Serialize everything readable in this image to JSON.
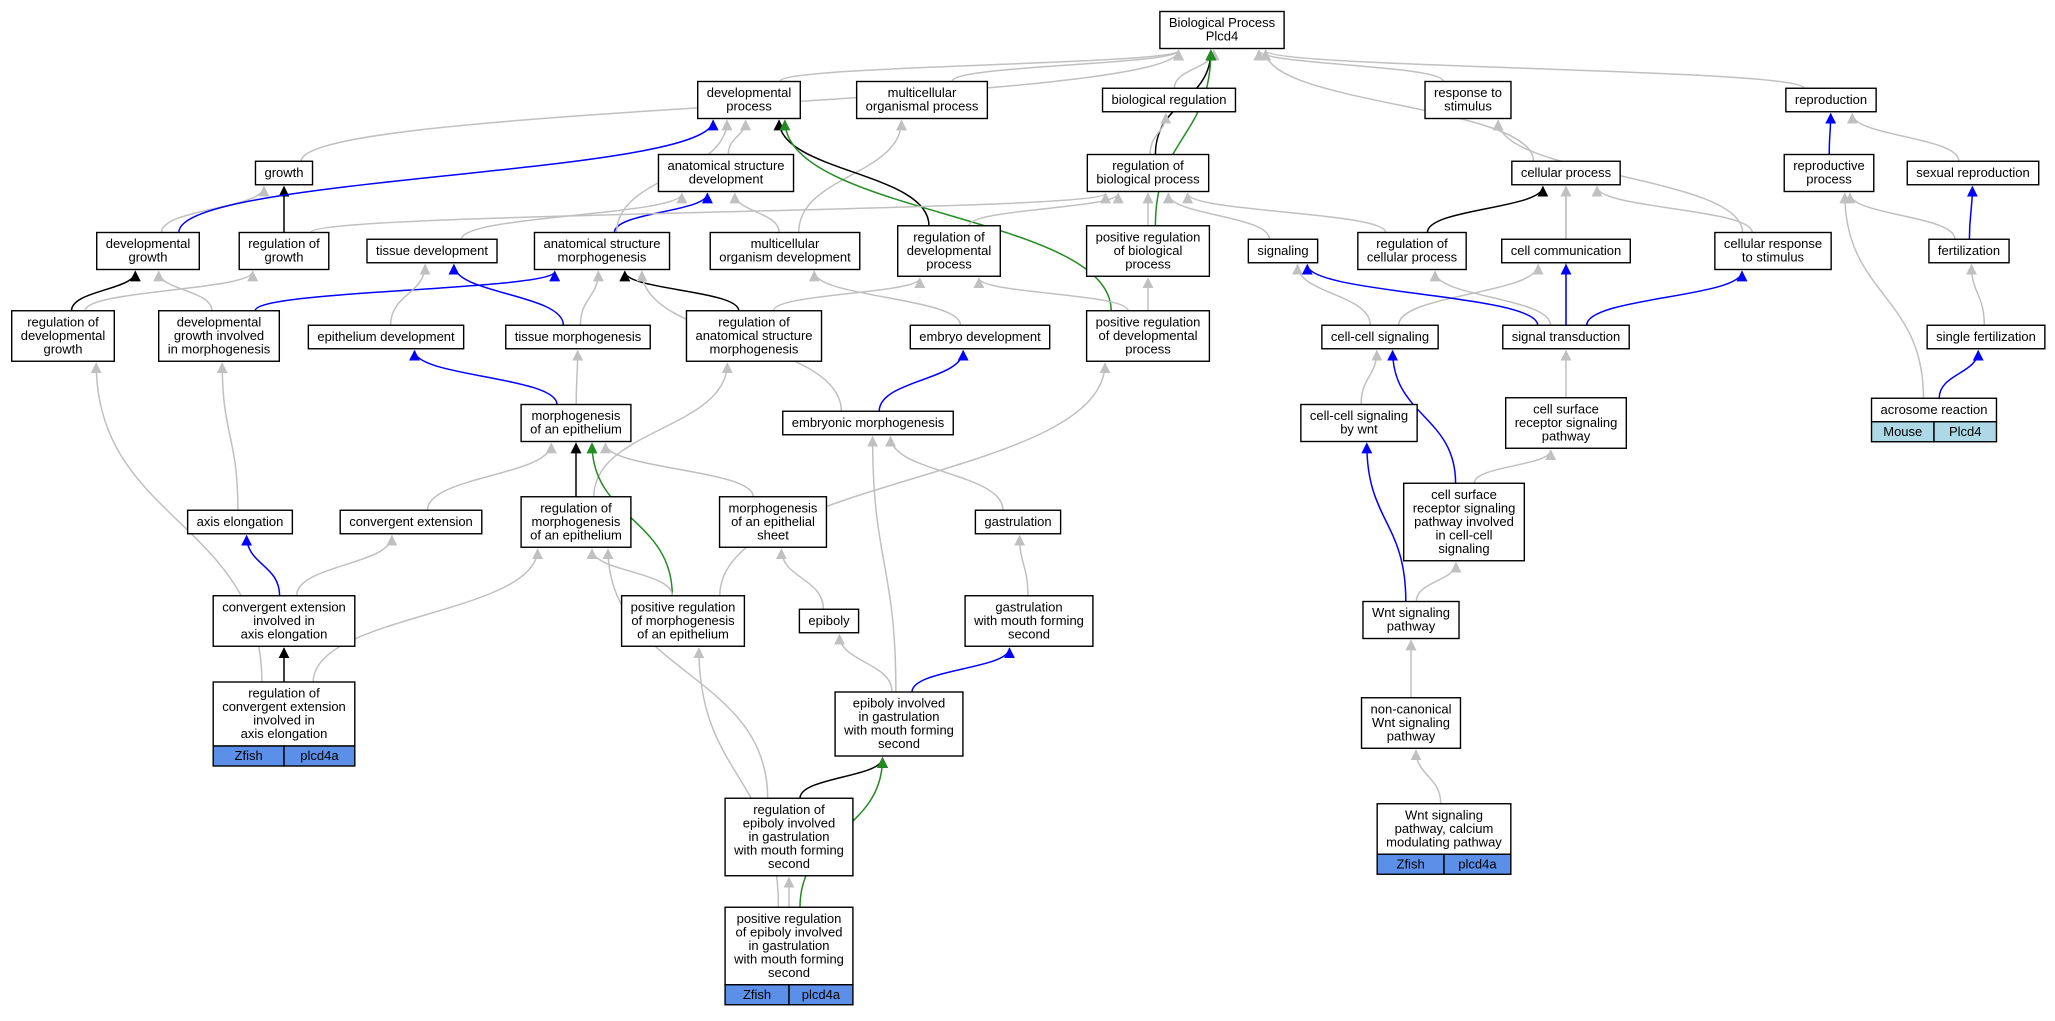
{
  "colors": {
    "is_a": "#c0c0c0",
    "part_of": "#0000ff",
    "regulates": "#000000",
    "positively_regulates": "#228b22",
    "zfish_tag": "#5b8fe8",
    "mouse_tag": "#add8e6"
  },
  "nodes": [
    {
      "id": "bp",
      "lines": [
        "Biological Process",
        "Plcd4"
      ]
    },
    {
      "id": "dev",
      "lines": [
        "developmental",
        "process"
      ]
    },
    {
      "id": "mop",
      "lines": [
        "multicellular",
        "organismal process"
      ]
    },
    {
      "id": "breg",
      "lines": [
        "biological regulation"
      ]
    },
    {
      "id": "rts",
      "lines": [
        "response to",
        "stimulus"
      ]
    },
    {
      "id": "repro",
      "lines": [
        "reproduction"
      ]
    },
    {
      "id": "growth",
      "lines": [
        "growth"
      ]
    },
    {
      "id": "asd",
      "lines": [
        "anatomical structure",
        "development"
      ]
    },
    {
      "id": "rbp",
      "lines": [
        "regulation of",
        "biological process"
      ]
    },
    {
      "id": "cp",
      "lines": [
        "cellular process"
      ]
    },
    {
      "id": "rp",
      "lines": [
        "reproductive",
        "process"
      ]
    },
    {
      "id": "sr",
      "lines": [
        "sexual reproduction"
      ]
    },
    {
      "id": "dg",
      "lines": [
        "developmental",
        "growth"
      ]
    },
    {
      "id": "rog",
      "lines": [
        "regulation of",
        "growth"
      ]
    },
    {
      "id": "td",
      "lines": [
        "tissue development"
      ]
    },
    {
      "id": "asm",
      "lines": [
        "anatomical structure",
        "morphogenesis"
      ]
    },
    {
      "id": "mod",
      "lines": [
        "multicellular",
        "organism development"
      ]
    },
    {
      "id": "rdp",
      "lines": [
        "regulation of",
        "developmental",
        "process"
      ]
    },
    {
      "id": "prbp",
      "lines": [
        "positive regulation",
        "of biological",
        "process"
      ]
    },
    {
      "id": "sig",
      "lines": [
        "signaling"
      ]
    },
    {
      "id": "rcp",
      "lines": [
        "regulation of",
        "cellular process"
      ]
    },
    {
      "id": "cc",
      "lines": [
        "cell communication"
      ]
    },
    {
      "id": "crs",
      "lines": [
        "cellular response",
        "to stimulus"
      ]
    },
    {
      "id": "fert",
      "lines": [
        "fertilization"
      ]
    },
    {
      "id": "rdg",
      "lines": [
        "regulation of",
        "developmental",
        "growth"
      ]
    },
    {
      "id": "dgim",
      "lines": [
        "developmental",
        "growth involved",
        "in morphogenesis"
      ]
    },
    {
      "id": "ed",
      "lines": [
        "epithelium development"
      ]
    },
    {
      "id": "tm",
      "lines": [
        "tissue morphogenesis"
      ]
    },
    {
      "id": "rasm",
      "lines": [
        "regulation of",
        "anatomical structure",
        "morphogenesis"
      ]
    },
    {
      "id": "embd",
      "lines": [
        "embryo development"
      ]
    },
    {
      "id": "prdp",
      "lines": [
        "positive regulation",
        "of developmental",
        "process"
      ]
    },
    {
      "id": "ccs",
      "lines": [
        "cell-cell signaling"
      ]
    },
    {
      "id": "st",
      "lines": [
        "signal transduction"
      ]
    },
    {
      "id": "sf",
      "lines": [
        "single fertilization"
      ]
    },
    {
      "id": "moe",
      "lines": [
        "morphogenesis",
        "of an epithelium"
      ]
    },
    {
      "id": "emm",
      "lines": [
        "embryonic morphogenesis"
      ]
    },
    {
      "id": "ccsw",
      "lines": [
        "cell-cell signaling",
        "by wnt"
      ]
    },
    {
      "id": "csrsp",
      "lines": [
        "cell surface",
        "receptor signaling",
        "pathway"
      ]
    },
    {
      "id": "acr",
      "lines": [
        "acrosome reaction"
      ],
      "tag": [
        "Mouse",
        "Plcd4"
      ],
      "tag_color": "mouse_tag"
    },
    {
      "id": "ae",
      "lines": [
        "axis elongation"
      ]
    },
    {
      "id": "ce",
      "lines": [
        "convergent extension"
      ]
    },
    {
      "id": "rmoe",
      "lines": [
        "regulation of",
        "morphogenesis",
        "of an epithelium"
      ]
    },
    {
      "id": "moes",
      "lines": [
        "morphogenesis",
        "of an epithelial",
        "sheet"
      ]
    },
    {
      "id": "gast",
      "lines": [
        "gastrulation"
      ]
    },
    {
      "id": "csrspi",
      "lines": [
        "cell surface",
        "receptor signaling",
        "pathway involved",
        "in cell-cell",
        "signaling"
      ]
    },
    {
      "id": "ceiae",
      "lines": [
        "convergent extension",
        "involved in",
        "axis elongation"
      ]
    },
    {
      "id": "prmoe",
      "lines": [
        "positive regulation",
        "of morphogenesis",
        "of an epithelium"
      ]
    },
    {
      "id": "epib",
      "lines": [
        "epiboly"
      ]
    },
    {
      "id": "gmfs",
      "lines": [
        "gastrulation",
        "with mouth forming",
        "second"
      ]
    },
    {
      "id": "wnt",
      "lines": [
        "Wnt signaling",
        "pathway"
      ]
    },
    {
      "id": "rceiae",
      "lines": [
        "regulation of",
        "convergent extension",
        "involved in",
        "axis elongation"
      ],
      "tag": [
        "Zfish",
        "plcd4a"
      ],
      "tag_color": "zfish_tag"
    },
    {
      "id": "eigm",
      "lines": [
        "epiboly involved",
        "in gastrulation",
        "with mouth forming",
        "second"
      ]
    },
    {
      "id": "ncwnt",
      "lines": [
        "non-canonical",
        "Wnt signaling",
        "pathway"
      ]
    },
    {
      "id": "reigm",
      "lines": [
        "regulation of",
        "epiboly involved",
        "in gastrulation",
        "with mouth forming",
        "second"
      ]
    },
    {
      "id": "wntca",
      "lines": [
        "Wnt signaling",
        "pathway, calcium",
        "modulating pathway"
      ],
      "tag": [
        "Zfish",
        "plcd4a"
      ],
      "tag_color": "zfish_tag"
    },
    {
      "id": "preigm",
      "lines": [
        "positive regulation",
        "of epiboly involved",
        "in gastrulation",
        "with mouth forming",
        "second"
      ],
      "tag": [
        "Zfish",
        "plcd4a"
      ],
      "tag_color": "zfish_tag"
    }
  ],
  "edges": [
    {
      "from": "dev",
      "to": "bp",
      "kind": "is_a"
    },
    {
      "from": "mop",
      "to": "bp",
      "kind": "is_a"
    },
    {
      "from": "breg",
      "to": "bp",
      "kind": "is_a"
    },
    {
      "from": "rts",
      "to": "bp",
      "kind": "is_a"
    },
    {
      "from": "repro",
      "to": "bp",
      "kind": "is_a"
    },
    {
      "from": "growth",
      "to": "bp",
      "kind": "is_a"
    },
    {
      "from": "cp",
      "to": "bp",
      "kind": "is_a"
    },
    {
      "from": "rbp",
      "to": "bp",
      "kind": "regulates"
    },
    {
      "from": "prbp",
      "to": "bp",
      "kind": "positively_regulates"
    },
    {
      "from": "rbp",
      "to": "breg",
      "kind": "is_a"
    },
    {
      "from": "asd",
      "to": "dev",
      "kind": "is_a"
    },
    {
      "from": "mod",
      "to": "mop",
      "kind": "is_a"
    },
    {
      "from": "rp",
      "to": "repro",
      "kind": "part_of"
    },
    {
      "from": "sr",
      "to": "repro",
      "kind": "is_a"
    },
    {
      "from": "rog",
      "to": "growth",
      "kind": "regulates"
    },
    {
      "from": "dg",
      "to": "growth",
      "kind": "is_a"
    },
    {
      "from": "dg",
      "to": "dev",
      "kind": "part_of"
    },
    {
      "from": "asm",
      "to": "asd",
      "kind": "part_of"
    },
    {
      "from": "asm",
      "to": "dev",
      "kind": "is_a"
    },
    {
      "from": "mod",
      "to": "asd",
      "kind": "is_a"
    },
    {
      "from": "td",
      "to": "asd",
      "kind": "is_a"
    },
    {
      "from": "rdp",
      "to": "dev",
      "kind": "regulates"
    },
    {
      "from": "prdp",
      "to": "dev",
      "kind": "positively_regulates"
    },
    {
      "from": "rdp",
      "to": "rbp",
      "kind": "is_a"
    },
    {
      "from": "prbp",
      "to": "rbp",
      "kind": "is_a"
    },
    {
      "from": "sig",
      "to": "rbp",
      "kind": "is_a"
    },
    {
      "from": "rcp",
      "to": "rbp",
      "kind": "is_a"
    },
    {
      "from": "rog",
      "to": "rbp",
      "kind": "is_a"
    },
    {
      "from": "rcp",
      "to": "cp",
      "kind": "regulates"
    },
    {
      "from": "cc",
      "to": "cp",
      "kind": "is_a"
    },
    {
      "from": "crs",
      "to": "cp",
      "kind": "is_a"
    },
    {
      "from": "crs",
      "to": "rts",
      "kind": "is_a"
    },
    {
      "from": "st",
      "to": "cp",
      "kind": "is_a"
    },
    {
      "from": "sf",
      "to": "fert",
      "kind": "is_a"
    },
    {
      "from": "fert",
      "to": "rp",
      "kind": "is_a"
    },
    {
      "from": "fert",
      "to": "sr",
      "kind": "part_of"
    },
    {
      "from": "rdg",
      "to": "dg",
      "kind": "regulates"
    },
    {
      "from": "dgim",
      "to": "dg",
      "kind": "is_a"
    },
    {
      "from": "rdg",
      "to": "rog",
      "kind": "is_a"
    },
    {
      "from": "dgim",
      "to": "asm",
      "kind": "part_of"
    },
    {
      "from": "ed",
      "to": "td",
      "kind": "is_a"
    },
    {
      "from": "tm",
      "to": "td",
      "kind": "part_of"
    },
    {
      "from": "tm",
      "to": "asm",
      "kind": "is_a"
    },
    {
      "from": "rasm",
      "to": "asm",
      "kind": "regulates"
    },
    {
      "from": "rasm",
      "to": "rdp",
      "kind": "is_a"
    },
    {
      "from": "embd",
      "to": "mod",
      "kind": "is_a"
    },
    {
      "from": "prdp",
      "to": "rdp",
      "kind": "is_a"
    },
    {
      "from": "prdp",
      "to": "prbp",
      "kind": "is_a"
    },
    {
      "from": "ccs",
      "to": "sig",
      "kind": "is_a"
    },
    {
      "from": "ccs",
      "to": "cc",
      "kind": "is_a"
    },
    {
      "from": "st",
      "to": "sig",
      "kind": "part_of"
    },
    {
      "from": "st",
      "to": "cc",
      "kind": "part_of"
    },
    {
      "from": "st",
      "to": "crs",
      "kind": "part_of"
    },
    {
      "from": "st",
      "to": "rcp",
      "kind": "is_a"
    },
    {
      "from": "moe",
      "to": "ed",
      "kind": "part_of"
    },
    {
      "from": "moe",
      "to": "tm",
      "kind": "is_a"
    },
    {
      "from": "emm",
      "to": "embd",
      "kind": "part_of"
    },
    {
      "from": "emm",
      "to": "asm",
      "kind": "is_a"
    },
    {
      "from": "ccsw",
      "to": "ccs",
      "kind": "is_a"
    },
    {
      "from": "csrsp",
      "to": "st",
      "kind": "is_a"
    },
    {
      "from": "acr",
      "to": "sf",
      "kind": "part_of"
    },
    {
      "from": "acr",
      "to": "rp",
      "kind": "is_a"
    },
    {
      "from": "ae",
      "to": "dgim",
      "kind": "is_a"
    },
    {
      "from": "ce",
      "to": "moe",
      "kind": "is_a"
    },
    {
      "from": "rmoe",
      "to": "moe",
      "kind": "regulates"
    },
    {
      "from": "rmoe",
      "to": "rasm",
      "kind": "is_a"
    },
    {
      "from": "moes",
      "to": "moe",
      "kind": "is_a"
    },
    {
      "from": "gast",
      "to": "emm",
      "kind": "is_a"
    },
    {
      "from": "csrspi",
      "to": "ccs",
      "kind": "part_of"
    },
    {
      "from": "csrspi",
      "to": "csrsp",
      "kind": "is_a"
    },
    {
      "from": "ceiae",
      "to": "ae",
      "kind": "part_of"
    },
    {
      "from": "ceiae",
      "to": "ce",
      "kind": "is_a"
    },
    {
      "from": "prmoe",
      "to": "moe",
      "kind": "positively_regulates"
    },
    {
      "from": "prmoe",
      "to": "rmoe",
      "kind": "is_a"
    },
    {
      "from": "prmoe",
      "to": "prdp",
      "kind": "is_a"
    },
    {
      "from": "epib",
      "to": "moes",
      "kind": "is_a"
    },
    {
      "from": "gmfs",
      "to": "gast",
      "kind": "is_a"
    },
    {
      "from": "wnt",
      "to": "ccsw",
      "kind": "part_of"
    },
    {
      "from": "wnt",
      "to": "csrspi",
      "kind": "is_a"
    },
    {
      "from": "rceiae",
      "to": "ceiae",
      "kind": "regulates"
    },
    {
      "from": "rceiae",
      "to": "rdg",
      "kind": "is_a"
    },
    {
      "from": "rceiae",
      "to": "rmoe",
      "kind": "is_a"
    },
    {
      "from": "eigm",
      "to": "gmfs",
      "kind": "part_of"
    },
    {
      "from": "eigm",
      "to": "epib",
      "kind": "is_a"
    },
    {
      "from": "eigm",
      "to": "emm",
      "kind": "is_a"
    },
    {
      "from": "ncwnt",
      "to": "wnt",
      "kind": "is_a"
    },
    {
      "from": "reigm",
      "to": "eigm",
      "kind": "regulates"
    },
    {
      "from": "reigm",
      "to": "rmoe",
      "kind": "is_a"
    },
    {
      "from": "wntca",
      "to": "ncwnt",
      "kind": "is_a"
    },
    {
      "from": "preigm",
      "to": "reigm",
      "kind": "is_a"
    },
    {
      "from": "preigm",
      "to": "eigm",
      "kind": "positively_regulates"
    },
    {
      "from": "preigm",
      "to": "prmoe",
      "kind": "is_a"
    }
  ]
}
